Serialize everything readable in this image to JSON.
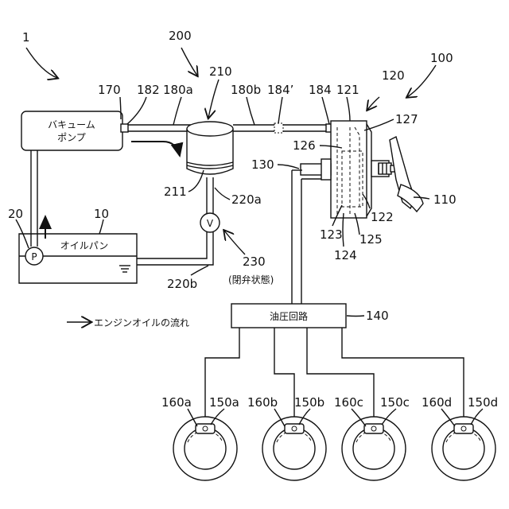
{
  "labels": {
    "system": "1",
    "brake_system": "200",
    "booster_assembly": "100",
    "vacuum_pump_ref": "170",
    "valve_a_ref": "182",
    "pipe_a_ref": "180a",
    "tank_ref": "210",
    "pipe_b_ref": "180b",
    "alt_ref": "184’",
    "valve_b_ref": "184",
    "booster_ref": "121",
    "master_ref": "120",
    "ref_127": "127",
    "ref_126": "126",
    "ref_130": "130",
    "tank_oil_ref": "211",
    "pipe_220a": "220a",
    "pedal_ref": "110",
    "pump_ref": "20",
    "oil_pan_ref": "10",
    "ref_122": "122",
    "ref_123": "123",
    "ref_125": "125",
    "ref_124": "124",
    "valve_ref": "230",
    "pipe_220b": "220b",
    "hydraulic_ref": "140",
    "wheel_a_ref": "160a",
    "wheel_b_ref": "160b",
    "wheel_c_ref": "160c",
    "wheel_d_ref": "160d",
    "caliper_a_ref": "150a",
    "caliper_b_ref": "150b",
    "caliper_c_ref": "150c",
    "caliper_d_ref": "150d"
  },
  "text": {
    "vacuum_pump_line1": "バキューム",
    "vacuum_pump_line2": "ポンプ",
    "oil_pan": "オイルパン",
    "pump_symbol": "P",
    "valve_symbol": "V",
    "valve_state": "(閉弁状態)",
    "hydraulic_circuit": "油圧回路",
    "legend": "エンジンオイルの流れ"
  }
}
